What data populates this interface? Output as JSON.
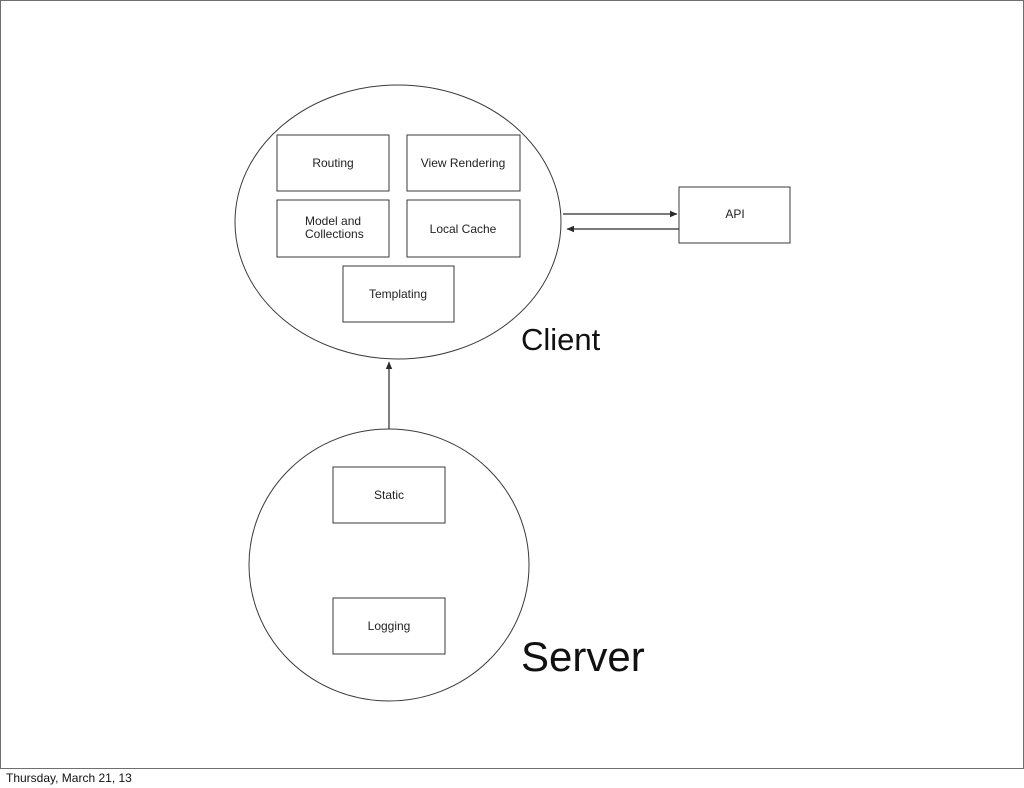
{
  "diagram": {
    "client": {
      "label": "Client",
      "boxes": {
        "routing": "Routing",
        "view_rendering": "View Rendering",
        "model_collections_line1": "Model and",
        "model_collections_line2": "Collections",
        "local_cache": "Local Cache",
        "templating": "Templating"
      }
    },
    "server": {
      "label": "Server",
      "boxes": {
        "static": "Static",
        "logging": "Logging"
      }
    },
    "api": {
      "label": "API"
    }
  },
  "footer": {
    "date": "Thursday, March 21, 13"
  },
  "colors": {
    "stroke": "#3a3a3a",
    "background": "#ffffff",
    "text": "#222222"
  }
}
